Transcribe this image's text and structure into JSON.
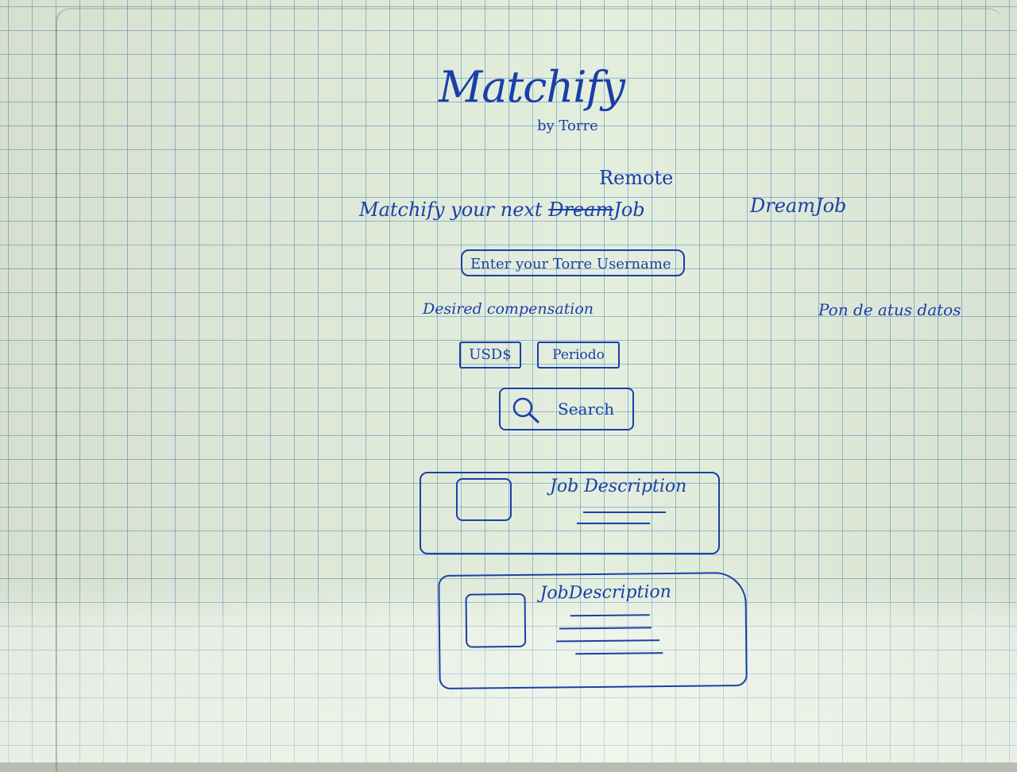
{
  "logo": {
    "title": "Matchify",
    "byline": "by Torre"
  },
  "headline": {
    "lead": "Matchify your next",
    "struck_word": "Dream",
    "word": "Job",
    "insert_above": "Remote",
    "alternate": "DreamJob"
  },
  "username_field": {
    "placeholder": "Enter your Torre Username"
  },
  "compensation": {
    "label": "Desired compensation",
    "currency": "USD$",
    "period": "Periodo"
  },
  "side_note": "Pon de atus datos",
  "search_button": {
    "label": "Search"
  },
  "results": [
    {
      "title": "Job Description"
    },
    {
      "title": "JobDescription"
    }
  ],
  "colors": {
    "ink": "#1a3fa8",
    "paper": "#e4eedd",
    "grid": "#508cbe"
  },
  "icons": {
    "search": "magnifier-icon",
    "thumbnail": "image-placeholder"
  }
}
